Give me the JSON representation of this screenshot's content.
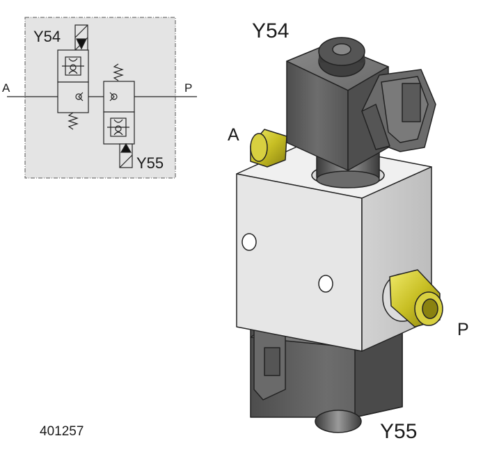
{
  "schematic": {
    "coil_top_label": "Y54",
    "coil_bottom_label": "Y55",
    "port_a_label": "A",
    "port_p_label": "P"
  },
  "assembly": {
    "coil_top_label": "Y54",
    "coil_bottom_label": "Y55",
    "port_a_label": "A",
    "port_p_label": "P"
  },
  "drawing_code": "401257",
  "colors": {
    "schematic_bg": "#e4e4e4",
    "block_face": "#e6e6e6",
    "coil_body": "#5f5f5f",
    "fitting_brass": "#c9c22a"
  }
}
